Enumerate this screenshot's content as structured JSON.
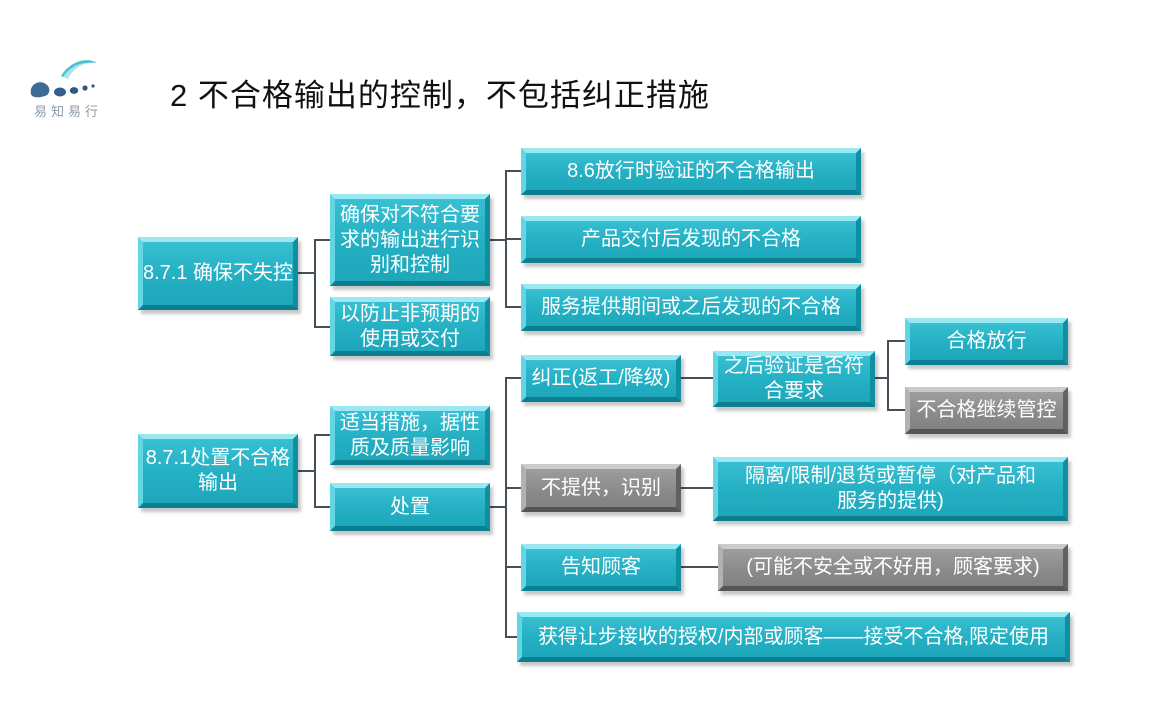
{
  "logo": {
    "text": "易知易行"
  },
  "title": "2  不合格输出的控制，不包括纠正措施",
  "colors": {
    "node_cyan": "#24afc3",
    "node_cyan_bevel_light": "#9ae9f2",
    "node_cyan_bevel_dark": "#0b7e8f",
    "node_gray": "#8a8a8a",
    "connector": "#475059",
    "title_text": "#111111",
    "node_text": "#ffffff",
    "background": "#ffffff"
  },
  "diagram": {
    "nodes": {
      "ensure_control": "8.7.1 确保不失控",
      "identify_control": "确保对不符合要求的输出进行识别和控制",
      "prevent_use": "以防止非预期的使用或交付",
      "release_verify": "8.6放行时验证的不合格输出",
      "after_delivery": "产品交付后发现的不合格",
      "during_service": "服务提供期间或之后发现的不合格",
      "correction": "纠正(返工/降级)",
      "reverify": "之后验证是否符合要求",
      "release_ok": "合格放行",
      "keep_control": "不合格继续管控",
      "disposal_main": "8.7.1处置不合格输出",
      "measures": "适当措施，据性质及质量影响",
      "disposal": "处置",
      "not_provide": "不提供，识别",
      "isolate": "隔离/限制/退货或暂停（对产品和服务的提供)",
      "inform_customer": "告知顾客",
      "unsafe_note": "(可能不安全或不好用，顾客要求)",
      "concession": "获得让步接收的授权/内部或顾客——接受不合格,限定使用"
    }
  }
}
